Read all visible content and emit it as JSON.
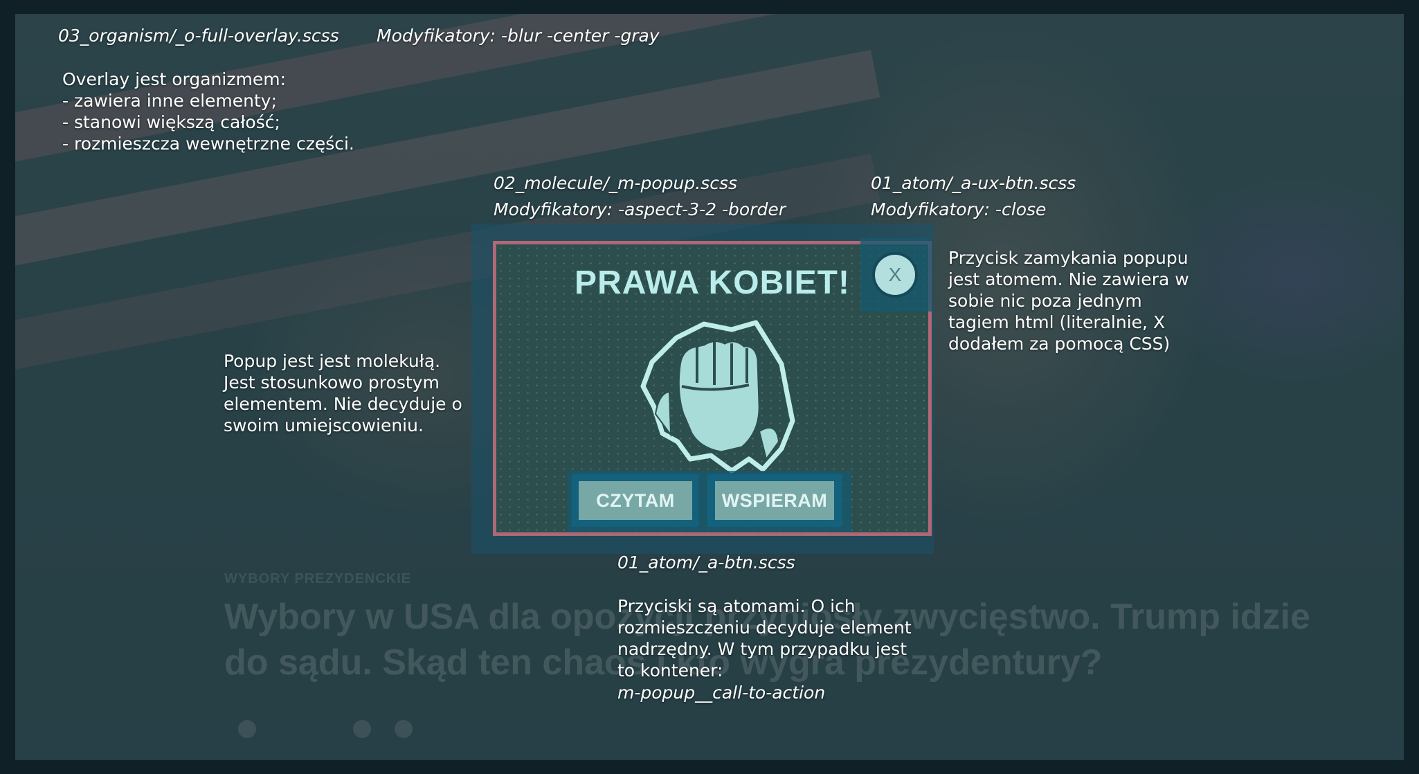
{
  "overlay_note": {
    "file": "03_organism/_o-full-overlay.scss",
    "modifiers": "Modyfikatory: -blur -center -gray",
    "description": "Overlay jest organizmem:\n- zawiera inne elementy;\n- stanowi większą całość;\n- rozmieszcza wewnętrzne części."
  },
  "popup_note": {
    "file": "02_molecule/_m-popup.scss",
    "modifiers": "Modyfikatory: -aspect-3-2 -border",
    "description": "Popup jest jest molekułą.\nJest stosunkowo prostym\nelementem. Nie decyduje o\nswoim umiejscowieniu."
  },
  "close_note": {
    "file": "01_atom/_a-ux-btn.scss",
    "modifiers": "Modyfikatory: -close",
    "description": "Przycisk zamykania popupu\njest atomem. Nie zawiera w\nsobie nic poza jednym\ntagiem html (literalnie, X\ndodałem za pomocą CSS)"
  },
  "btn_note": {
    "file": "01_atom/_a-btn.scss",
    "description": "Przyciski są atomami. O ich\nrozmieszczeniu decyduje element\nnadrzędny. W tym przypadku jest\nto kontener:",
    "container": "m-popup__call-to-action"
  },
  "popup": {
    "title": "PRAWA KOBIET!",
    "close_label": "X",
    "buttons": [
      "CZYTAM",
      "WSPIERAM"
    ],
    "image_icon": "fist-icon"
  },
  "background_article": {
    "kicker": "WYBORY PREZYDENCKIE",
    "headline": "Wybory w USA dla opozycji przyniosły zwycięstwo. Trump idzie do sądu. Skąd ten chaos i kto wygra prezydentury?"
  },
  "colors": {
    "popup_bg": "#2c4f4e",
    "popup_border": "#b06876",
    "title": "#b9ecea",
    "button_bg": "#78a8a6",
    "highlight": "#166884"
  }
}
